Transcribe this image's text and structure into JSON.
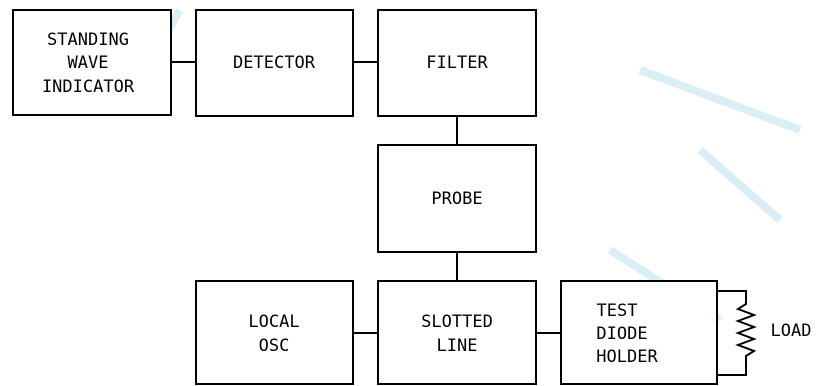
{
  "blocks": {
    "standing_wave_indicator": [
      "STANDING",
      "WAVE",
      "INDICATOR"
    ],
    "detector": [
      "DETECTOR"
    ],
    "filter": [
      "FILTER"
    ],
    "probe": [
      "PROBE"
    ],
    "local_osc": [
      "LOCAL",
      "OSC"
    ],
    "slotted_line": [
      "SLOTTED",
      "LINE"
    ],
    "test_diode_holder": [
      "TEST",
      "DIODE",
      "HOLDER"
    ]
  },
  "load_label": "LOAD",
  "colors": {
    "line": "#000000",
    "background": "#ffffff",
    "watermark": "#bfe3ef"
  }
}
